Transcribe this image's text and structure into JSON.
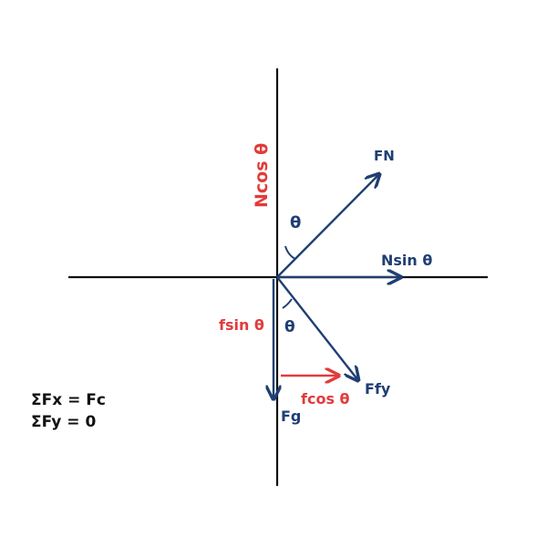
{
  "colors": {
    "axis": "#111111",
    "vector": "#1f3f73",
    "component": "#e23b3b",
    "background": "#ffffff"
  },
  "labels": {
    "normal_force": "FN",
    "normal_sin": "Nsin θ",
    "normal_cos": "Ncos θ",
    "angle_upper": "θ",
    "angle_lower": "θ",
    "friction_sin": "fsin θ",
    "friction_cos": "fcos θ",
    "friction_force": "Ffy",
    "gravity_force": "Fg"
  },
  "equations": [
    "ΣFx = Fc",
    "ΣFy = 0"
  ]
}
